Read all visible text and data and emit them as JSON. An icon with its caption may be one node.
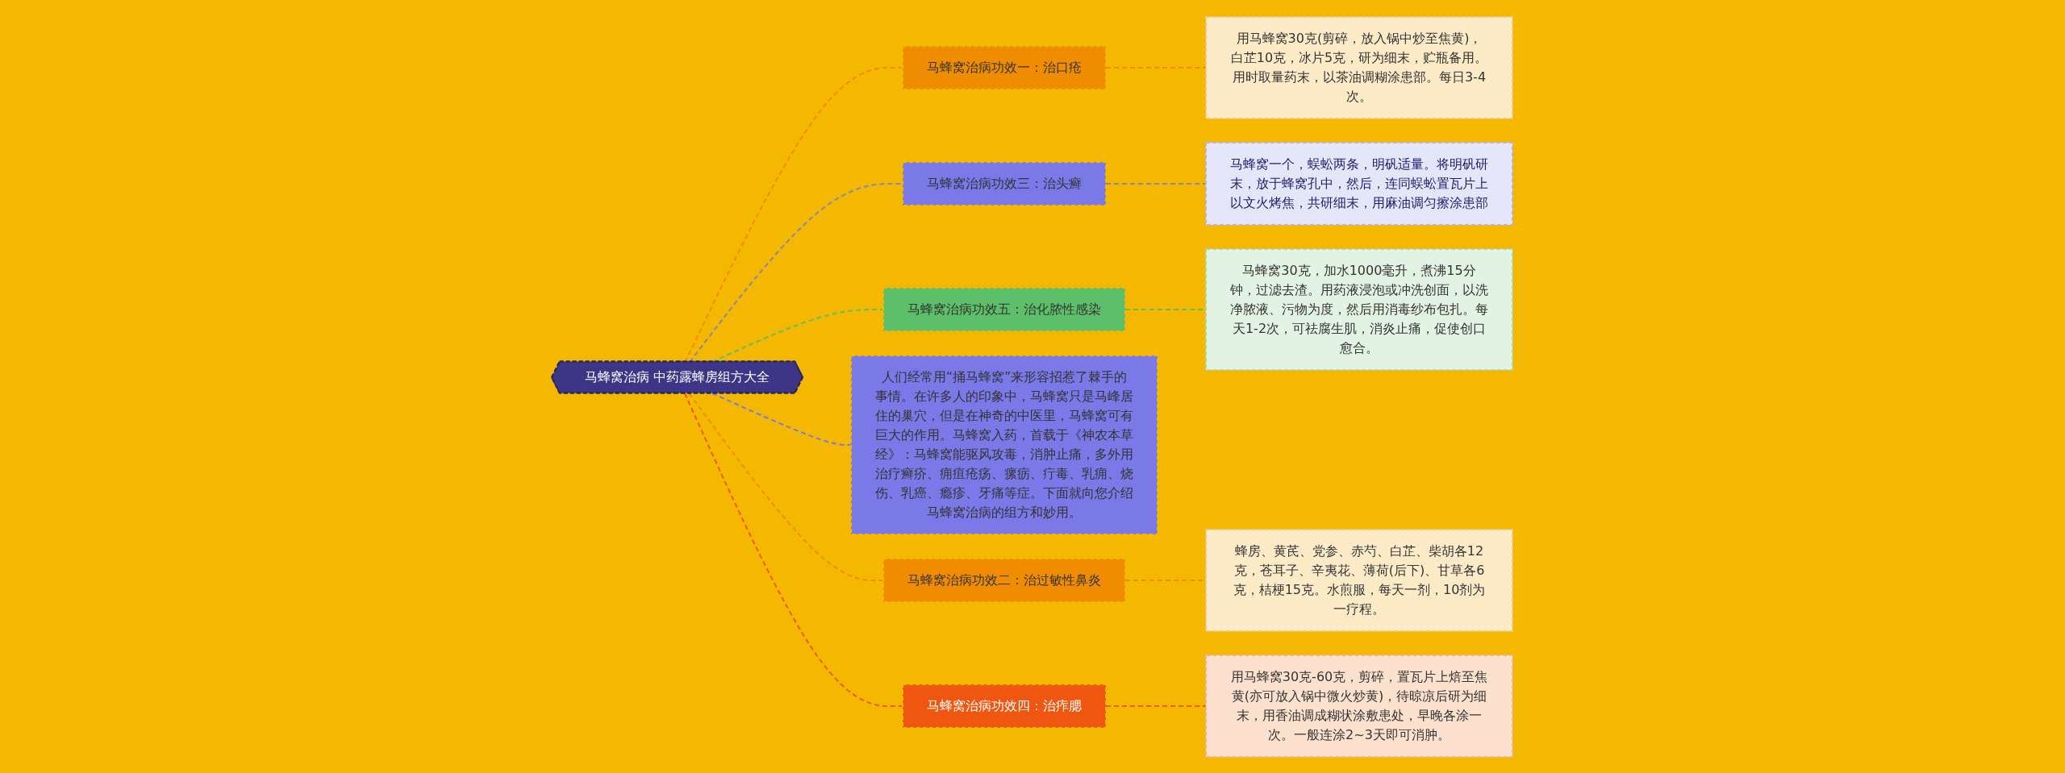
{
  "diagram": {
    "nodes": [
      {
        "text": [
          "马蜂窝治病 中药露蜂房组方大全"
        ]
      },
      {
        "text": [
          "马蜂窝治病功效一：治口疮"
        ]
      },
      {
        "text": [
          "用马蜂窝30克(剪碎，放入锅中炒至焦黄)，白芷10克，冰片5克，研为细末，贮瓶备用。用时取量药末，以茶油调糊涂患部。每日3-4次。"
        ]
      },
      {
        "text": [
          "马蜂窝治病功效三：治头癣"
        ]
      },
      {
        "text": [
          "马蜂窝一个，蜈蚣两条，明矾适量。将明矾研末，放于蜂窝孔中，然后，连同蜈蚣置瓦片上以文火烤焦，共研细末，用麻油调匀擦涂患部"
        ]
      },
      {
        "text": [
          "马蜂窝治病功效五：治化脓性感染"
        ]
      },
      {
        "text": [
          "马蜂窝30克，加水1000毫升，煮沸15分钟，过滤去渣。用药液浸泡或冲洗创面，以洗净脓液、污物为度，然后用消毒纱布包扎。每天1-2次，可祛腐生肌，消炎止痛，促使创口愈合。"
        ]
      },
      {
        "text": [
          "人们经常用“捅马蜂窝”来形容招惹了棘手的事情。在许多人的印象中，马蜂窝只是马峰居住的巢穴，但是在神奇的中医里，马蜂窝可有巨大的作用。马蜂窝入药，首载于《神农本草经》：马蜂窝能驱风攻毒，消肿止痛，多外用治疗癣疥、痈疽疮疡、瘰疬、疔毒、乳痈、烧伤、乳癌、瘾疹、牙痛等症。下面就向您介绍马蜂窝治病的组方和妙用。"
        ]
      },
      {
        "text": [
          "马蜂窝治病功效二：治过敏性鼻炎"
        ]
      },
      {
        "text": [
          "蜂房、黄芪、党参、赤芍、白芷、柴胡各12克，苍耳子、辛夷花、薄荷(后下)、甘草各6克，桔梗15克。水煎服，每天一剂，10剂为一疗程。"
        ]
      },
      {
        "text": [
          "马蜂窝治病功效四：治痄腮"
        ]
      },
      {
        "text": [
          "用马蜂窝30克-60克，剪碎，置瓦片上焙至焦黄(亦可放入锅中微火炒黄)，待晾凉后研为细末，用香油调成糊状涂敷患处，早晚各涂一次。一般连涂2~3天即可消肿。"
        ]
      }
    ],
    "edges": [
      {
        "from": 0,
        "to": 1,
        "arrow": "none",
        "style": "dashed",
        "color": "#f08c00"
      },
      {
        "from": 1,
        "to": 2,
        "arrow": "none",
        "style": "dashed",
        "color": "#f08c00"
      },
      {
        "from": 0,
        "to": 3,
        "arrow": "none",
        "style": "dashed",
        "color": "#8a86b0"
      },
      {
        "from": 3,
        "to": 4,
        "arrow": "none",
        "style": "dashed",
        "color": "#8a86b0"
      },
      {
        "from": 0,
        "to": 5,
        "arrow": "none",
        "style": "dashed",
        "color": "#5dbf6a"
      },
      {
        "from": 5,
        "to": 6,
        "arrow": "none",
        "style": "dashed",
        "color": "#5dbf6a"
      },
      {
        "from": 0,
        "to": 7,
        "arrow": "none",
        "style": "dashed",
        "color": "#7b78e8"
      },
      {
        "from": 0,
        "to": 8,
        "arrow": "none",
        "style": "dashed",
        "color": "#f08c00"
      },
      {
        "from": 8,
        "to": 9,
        "arrow": "none",
        "style": "dashed",
        "color": "#f08c00"
      },
      {
        "from": 0,
        "to": 10,
        "arrow": "none",
        "style": "dashed",
        "color": "#f0560f"
      },
      {
        "from": 10,
        "to": 11,
        "arrow": "none",
        "style": "dashed",
        "color": "#f0560f"
      }
    ]
  }
}
